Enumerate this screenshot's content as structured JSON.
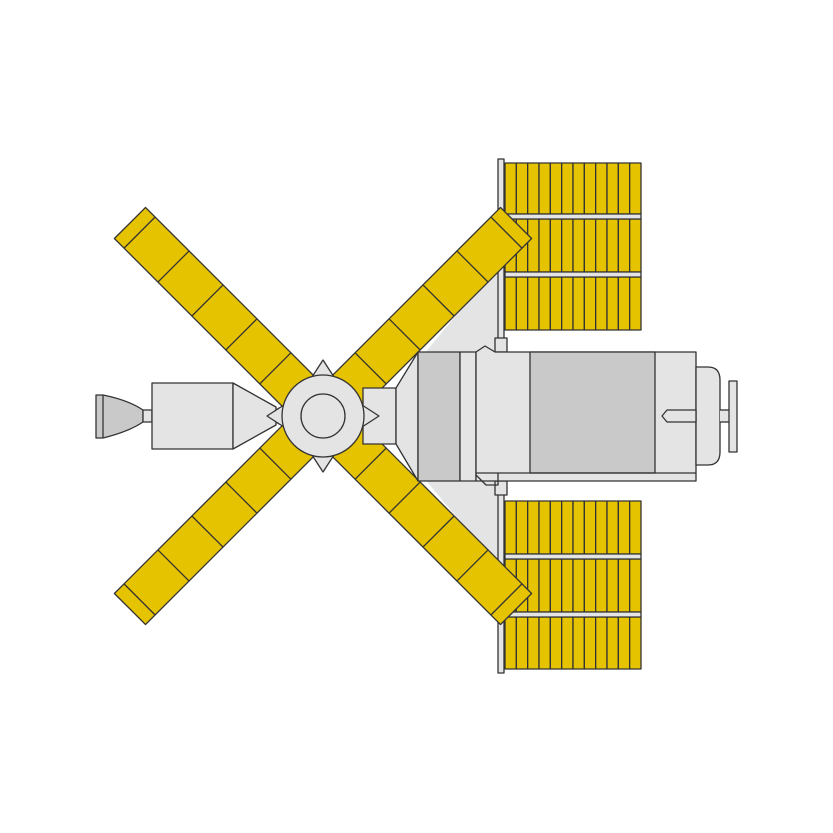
{
  "diagram": {
    "subject": "space-station",
    "colors": {
      "solar_panel": "#e6c300",
      "hull_light": "#e4e4e4",
      "hull_mid": "#c9c9c9",
      "outline": "#333333",
      "background": "#ffffff"
    },
    "solar_wing_panels_per_side": 3,
    "strips_per_panel": 12
  }
}
